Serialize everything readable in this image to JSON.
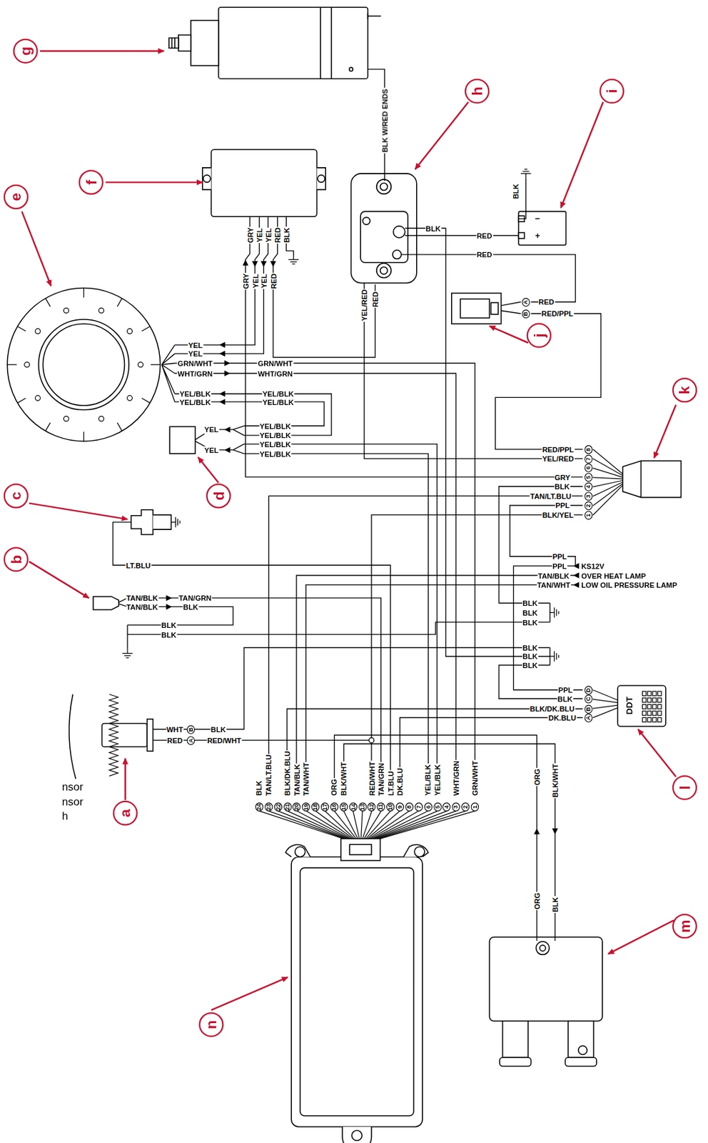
{
  "diagram": {
    "nodes": [
      {
        "text": [
          "g"
        ]
      },
      {
        "text": [
          "h"
        ]
      },
      {
        "text": [
          "i"
        ]
      },
      {
        "text": [
          "f"
        ]
      },
      {
        "text": [
          "e"
        ]
      },
      {
        "text": [
          "j"
        ]
      },
      {
        "text": [
          "k"
        ]
      },
      {
        "text": [
          "c"
        ]
      },
      {
        "text": [
          "d"
        ]
      },
      {
        "text": [
          "b"
        ]
      },
      {
        "text": [
          "l"
        ]
      },
      {
        "text": [
          "a"
        ]
      },
      {
        "text": [
          "m"
        ]
      },
      {
        "text": [
          "n"
        ]
      }
    ],
    "labels": [
      "BLK W/RED ENDS",
      "GRY",
      "YEL",
      "YEL",
      "RED",
      "BLK",
      "GRY",
      "YEL",
      "YEL",
      "RED",
      "BLK",
      "BLK",
      "RED",
      "RED",
      "YEL/RED",
      "RED",
      "A",
      "RED",
      "B",
      "RED/PPL",
      "YEL",
      "YEL",
      "GRN/WHT",
      "WHT/GRN",
      "GRN/WHT",
      "WHT/GRN",
      "YEL/BLK",
      "YEL/BLK",
      "YEL/BLK",
      "YEL/BLK",
      "YEL",
      "YEL/BLK",
      "YEL/BLK",
      "YEL",
      "YEL/BLK",
      "YEL/BLK",
      "RED/PPL",
      "8",
      "YEL/RED",
      "7",
      "6",
      "GRY",
      "5",
      "BLK",
      "4",
      "TAN/LT.BLU",
      "3",
      "PPL",
      "2",
      "BLK/YEL",
      "1",
      "LT.BLU",
      "PPL",
      "PPL",
      "KS12V",
      "TAN/BLK",
      "OVER HEAT LAMP",
      "TAN/WHT",
      "LOW OIL PRESSURE LAMP",
      "TAN/BLK",
      "TAN/GRN",
      "TAN/BLK",
      "BLK",
      "BLK",
      "BLK",
      "BLK",
      "BLK",
      "BLK",
      "BLK",
      "BLK",
      "BLK",
      "PPL",
      "D",
      "BLK",
      "C",
      "BLK/DK.BLU",
      "B",
      "DK.BLU",
      "A",
      "DDT",
      "WHT",
      "B",
      "BLK",
      "RED",
      "A",
      "RED/WHT",
      "BLK",
      "TAN/LT.BLU",
      "BLK/DK.BLU",
      "TAN/BLK",
      "TAN/WHT",
      "ORG",
      "BLK/WHT",
      "RED/WHT",
      "TAN/GRN",
      "LT.BLU",
      "DK.BLU",
      "YEL/BLK",
      "YEL/BLK",
      "WHT/GRN",
      "GRN/WHT",
      "24",
      "23",
      "22",
      "21",
      "20",
      "19",
      "18",
      "17",
      "16",
      "15",
      "14",
      "13",
      "12",
      "11",
      "10",
      "9",
      "8",
      "7",
      "6",
      "5",
      "4",
      "3",
      "2",
      "1",
      "ORG",
      "BLK/WHT",
      "ORG",
      "BLK",
      "nsor",
      "nsor",
      "h",
      "−",
      "+"
    ]
  }
}
